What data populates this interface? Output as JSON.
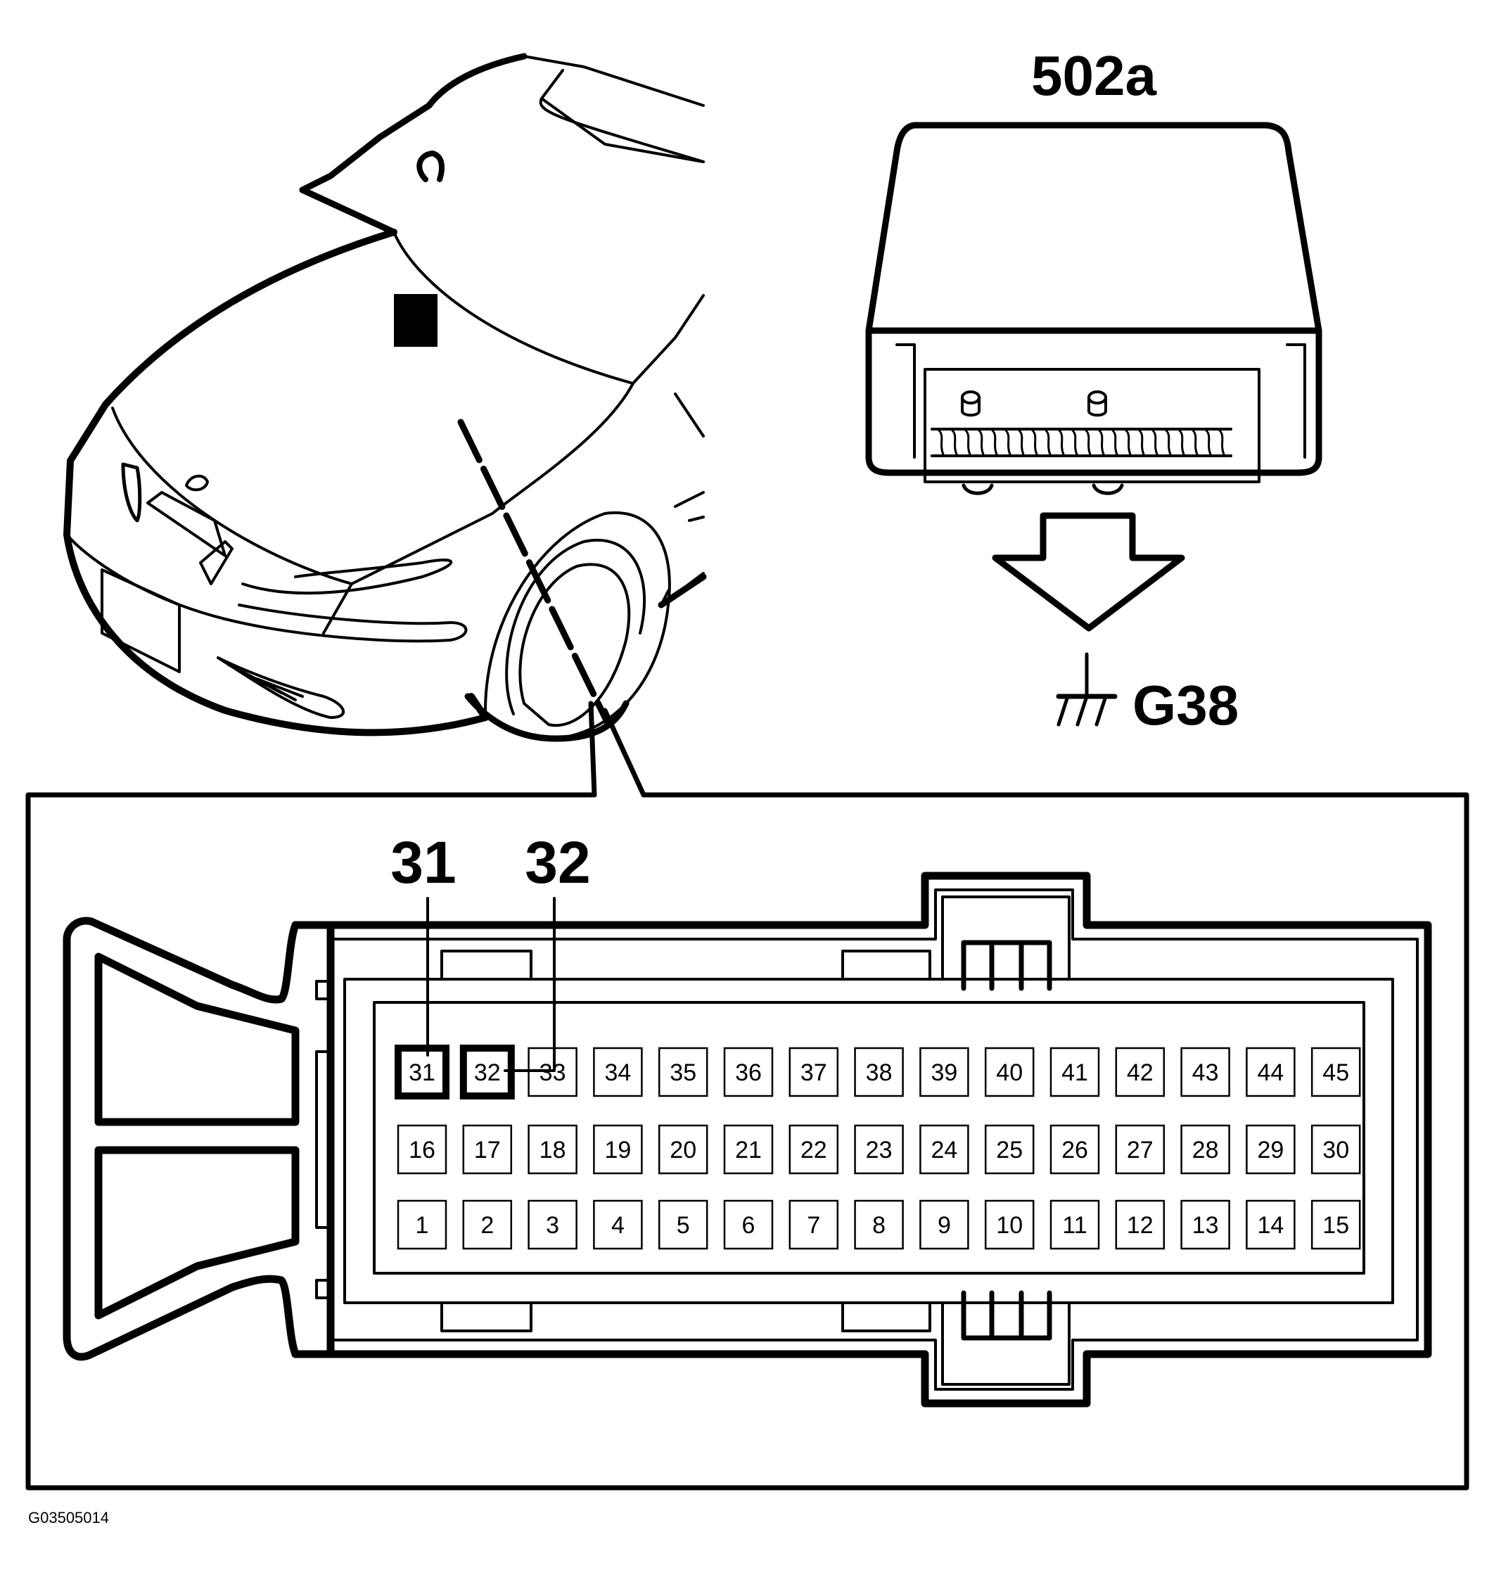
{
  "module_label": "502a",
  "ground_label": "G38",
  "callouts": [
    "31",
    "32"
  ],
  "highlighted_pins": [
    "31",
    "32"
  ],
  "connector": {
    "rows": [
      [
        "31",
        "32",
        "33",
        "34",
        "35",
        "36",
        "37",
        "38",
        "39",
        "40",
        "41",
        "42",
        "43",
        "44",
        "45"
      ],
      [
        "16",
        "17",
        "18",
        "19",
        "20",
        "21",
        "22",
        "23",
        "24",
        "25",
        "26",
        "27",
        "28",
        "29",
        "30"
      ],
      [
        "1",
        "2",
        "3",
        "4",
        "5",
        "6",
        "7",
        "8",
        "9",
        "10",
        "11",
        "12",
        "13",
        "14",
        "15"
      ]
    ]
  },
  "figure_ref": "G03505014",
  "colors": {
    "line": "#000000",
    "background": "#ffffff"
  }
}
